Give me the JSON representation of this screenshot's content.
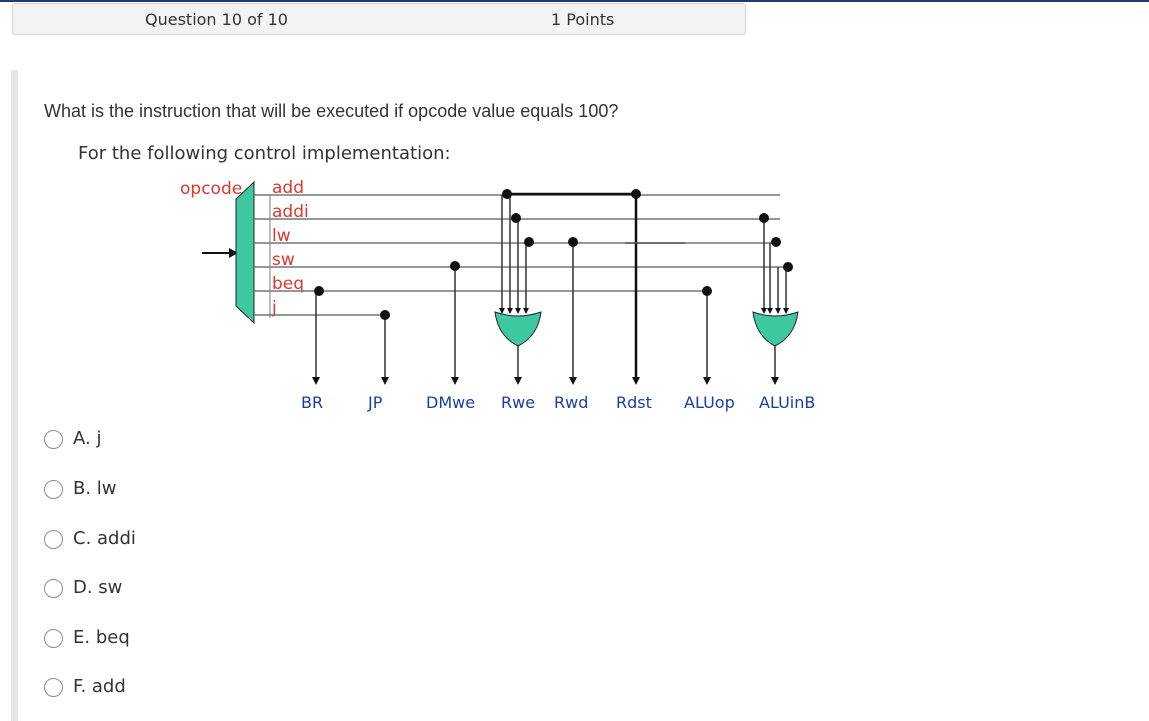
{
  "header": {
    "question_number": "Question 10 of 10",
    "points": "1 Points"
  },
  "question": {
    "prompt": "What is the instruction that will be executed if opcode value equals 100?"
  },
  "figure": {
    "caption": "For the following control implementation:",
    "decoder_input_label": "opcode",
    "decoder_outputs": [
      "add",
      "addi",
      "lw",
      "sw",
      "beq",
      "j"
    ],
    "control_signals": [
      "BR",
      "JP",
      "DMwe",
      "Rwe",
      "Rwd",
      "Rdst",
      "ALUop",
      "ALUinB"
    ],
    "colors": {
      "decoder": "#3ec8a0",
      "or_gate": "#3ec8a0",
      "decoder_labels": "#d9382e",
      "signal_labels": "#1a3ea8",
      "wires": "#111111"
    }
  },
  "options": [
    {
      "label": "A. j"
    },
    {
      "label": "B. lw"
    },
    {
      "label": "C. addi"
    },
    {
      "label": "D. sw"
    },
    {
      "label": "E. beq"
    },
    {
      "label": "F. add"
    }
  ]
}
